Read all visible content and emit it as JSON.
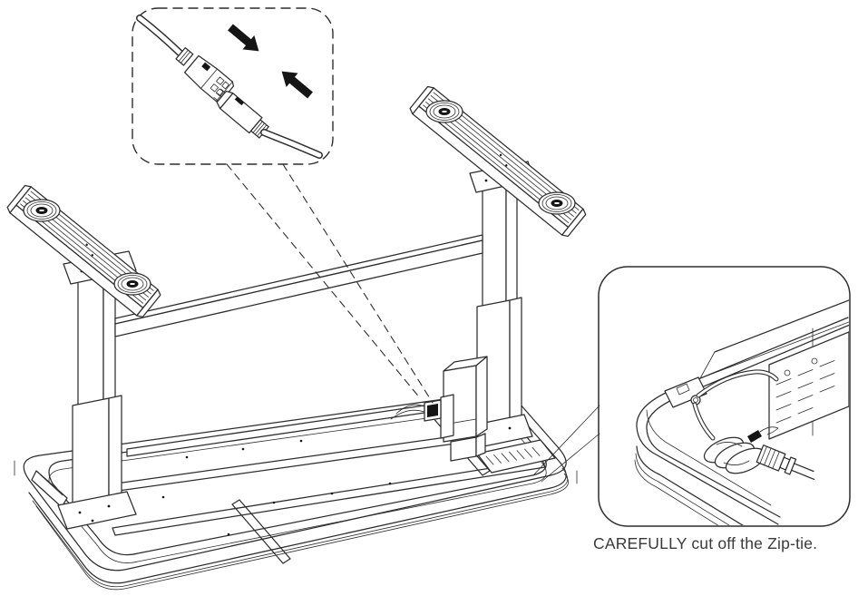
{
  "page": {
    "background": "#ffffff"
  },
  "diagram": {
    "caption": "CAREFULLY cut off the Zip-tie.",
    "colors": {
      "line": "#2d2d2d",
      "arrow": "#151515",
      "text": "#3a3a3a",
      "background": "#ffffff"
    },
    "main_view": {
      "depicts": [
        "desk-base-frame",
        "left-lifting-column",
        "right-lifting-column",
        "left-foot-with-glides",
        "right-foot-with-glides",
        "crossbar",
        "control-box"
      ]
    },
    "connector_inset": {
      "depicts": [
        "female-cable-connector",
        "male-cable-connector"
      ],
      "icons": [
        "push-arrow-down-right",
        "push-arrow-up-left"
      ]
    },
    "ziptie_inset": {
      "depicts": [
        "frame-corner",
        "cable-grommet",
        "control-box-vents",
        "coiled-power-cord",
        "zip-tie",
        "power-plug"
      ]
    }
  }
}
